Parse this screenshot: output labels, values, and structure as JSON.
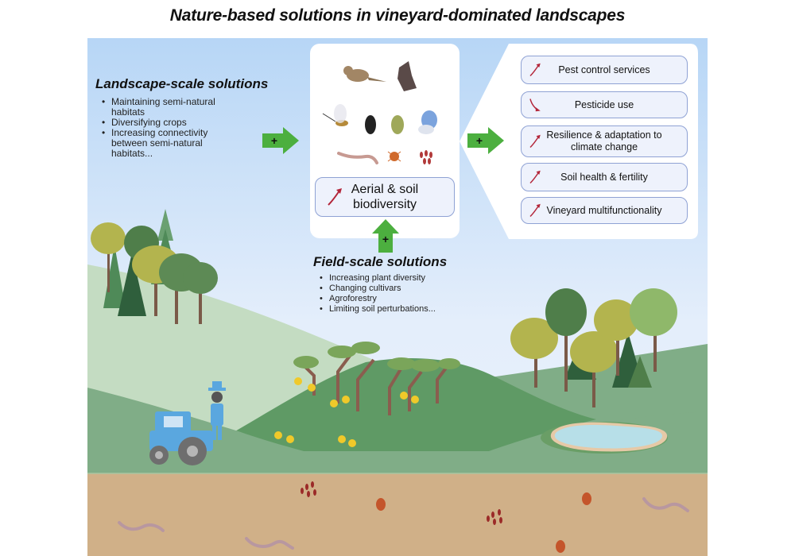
{
  "title": "Nature-based solutions in vineyard-dominated landscapes",
  "landscape_solutions": {
    "heading": "Landscape-scale solutions",
    "items": [
      "Maintaining semi-natural habitats",
      "Diversifying crops",
      "Increasing connectivity between semi-natural habitats..."
    ]
  },
  "field_solutions": {
    "heading": "Field-scale solutions",
    "items": [
      "Increasing plant diversity",
      "Changing cultivars",
      "Agroforestry",
      "Limiting soil perturbations..."
    ]
  },
  "biodiversity": {
    "organisms": [
      "bird-icon",
      "bat-icon",
      "wasp-icon",
      "beetle-icon",
      "aphid-icon",
      "butterfly-icon",
      "earthworm-icon",
      "mite-icon",
      "springtail-icon"
    ],
    "box": {
      "line1": "Aerial & soil",
      "line2": "biodiversity",
      "trend": "increase"
    }
  },
  "arrows": {
    "plus_label": "+"
  },
  "outcomes": [
    {
      "line1": "Pest control services",
      "line2": "",
      "trend": "increase"
    },
    {
      "line1": "Pesticide use",
      "line2": "",
      "trend": "decrease"
    },
    {
      "line1": "Resilience & adaptation to",
      "line2": "climate change",
      "trend": "increase"
    },
    {
      "line1": "Soil health & fertility",
      "line2": "",
      "trend": "increase"
    },
    {
      "line1": "Vineyard multifunctionality",
      "line2": "",
      "trend": "increase"
    }
  ],
  "colors": {
    "sky_top": "#b7d6f6",
    "sky_bottom": "#e9f1fb",
    "hill_light": "#c4dcc2",
    "hill_mid": "#80ad87",
    "vineyard_field": "#5f9a65",
    "soil": "#d0b088",
    "arrow_green": "#4caf3f",
    "pill_border": "#8fa2d4",
    "trend_red": "#b3263a"
  }
}
